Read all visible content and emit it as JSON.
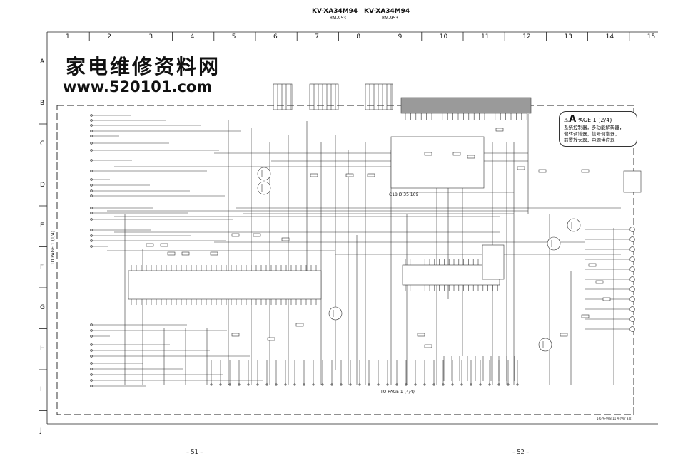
{
  "header": {
    "models": [
      "KV-XA34M94",
      "KV-XA34M94"
    ],
    "remotes": [
      "RM-953",
      "RM-953"
    ]
  },
  "watermark": {
    "chinese": "家电维修资料网",
    "url": "www.520101.com"
  },
  "grid": {
    "columns": [
      "1",
      "2",
      "3",
      "4",
      "5",
      "6",
      "7",
      "8",
      "9",
      "10",
      "11",
      "12",
      "13",
      "14",
      "15"
    ],
    "rows": [
      "A",
      "B",
      "C",
      "D",
      "E",
      "F",
      "G",
      "H",
      "I",
      "J"
    ]
  },
  "annotation": {
    "title_prefix": "A",
    "title": "PAGE 1 (2/4)",
    "lines": [
      "系统控制器，多功能解码器，",
      "偏转调谐器，信号调谐器，",
      "前置放大器，电源供应器"
    ]
  },
  "labels": {
    "to_page_left": "TO PAGE 1 (1/4)",
    "to_page_bottom": "TO PAGE 1 (4/4)",
    "ic_label": "C18 D.35 169",
    "part_code": "1-676-998-11 A (Ver 3.0)"
  },
  "footer": {
    "left_page": "– 51 –",
    "right_page": "– 52 –"
  },
  "colors": {
    "ink": "#111111",
    "ic_band": "#9a9a9a",
    "paper": "#ffffff"
  }
}
